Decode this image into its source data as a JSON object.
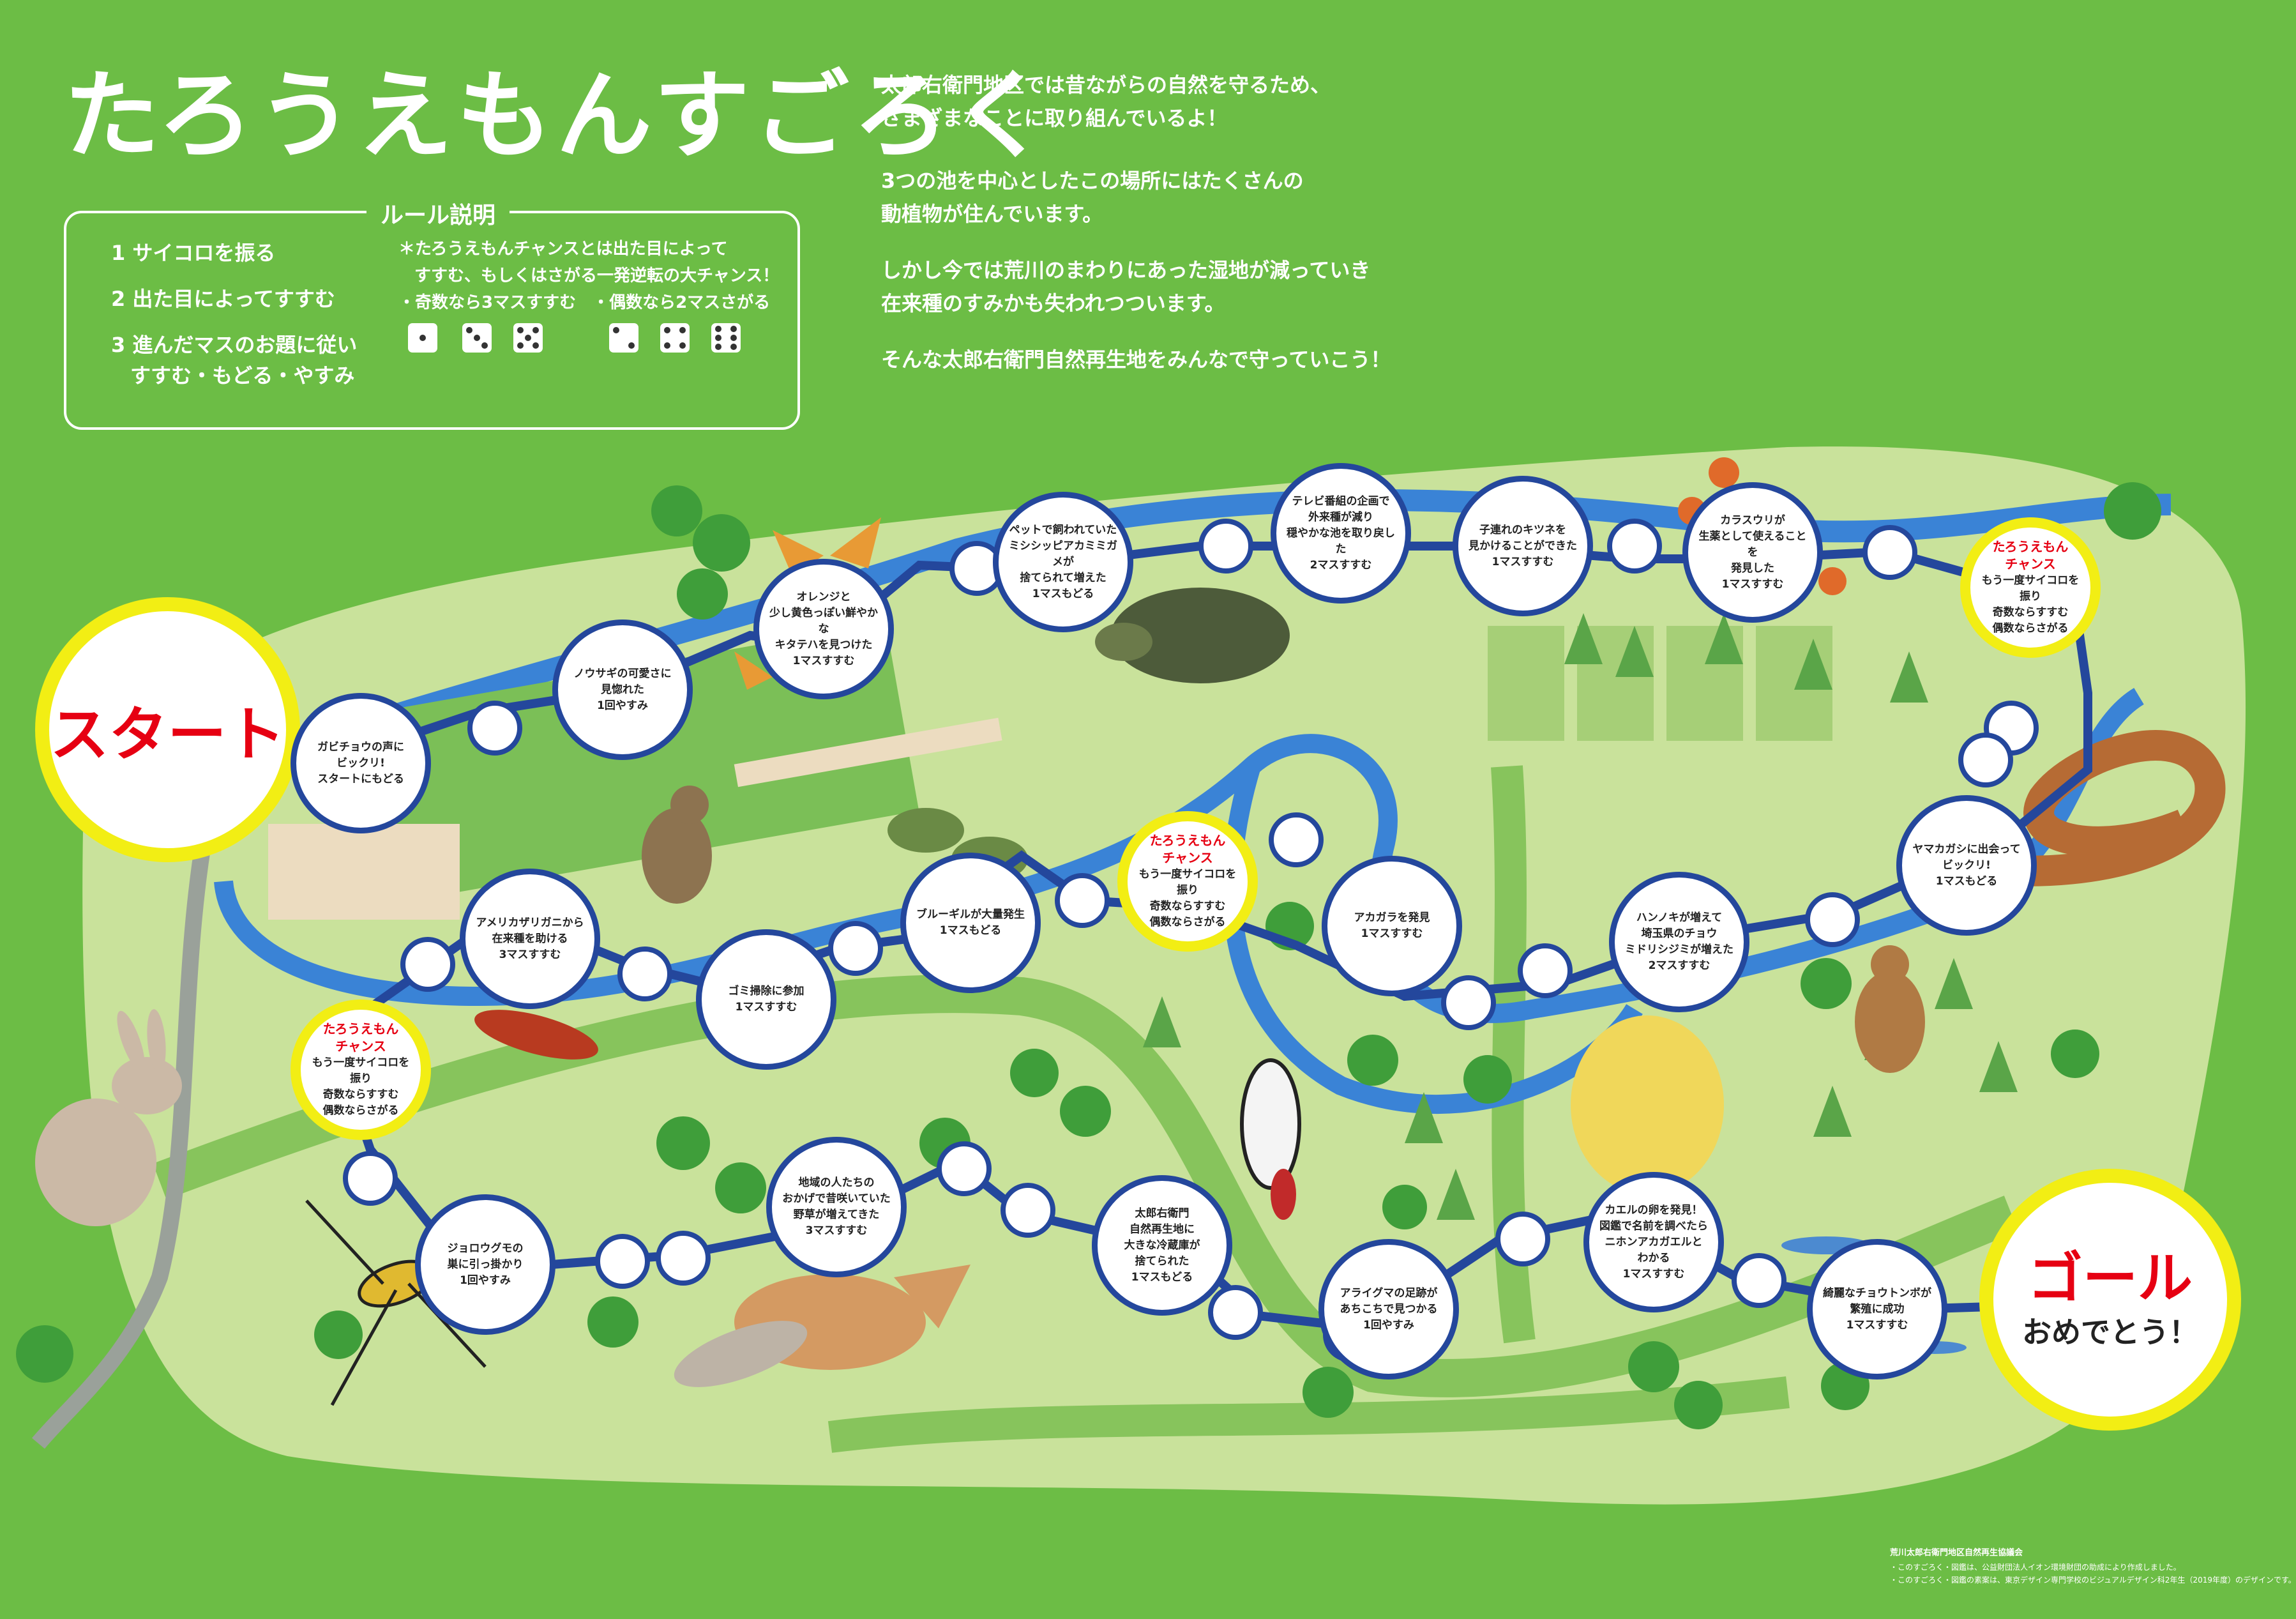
{
  "title": "たろうえもんすごろく",
  "rules": {
    "heading": "ルール説明",
    "steps": [
      "1 サイコロを振る",
      "2 出た目によってすすむ",
      "3 進んだマスのお題に従い",
      "すすむ・もどる・やすみ"
    ],
    "notes": [
      "＊たろうえもんチャンスとは出た目によって",
      "すすむ、もしくはさがる一発逆転の大チャンス！",
      "・奇数なら3マスすすむ　・偶数なら2マスさがる"
    ]
  },
  "intro": [
    "太郎右衛門地区では昔ながらの自然を守るため、",
    "さまざまなことに取り組んでいるよ！",
    "3つの池を中心としたこの場所にはたくさんの",
    "動植物が住んでいます。",
    "しかし今では荒川のまわりにあった湿地が減っていき",
    "在来種のすみかも失われつついます。",
    "そんな太郎右衛門自然再生地をみんなで守っていこう！"
  ],
  "start": "スタート",
  "goal": {
    "label": "ゴール",
    "sub": "おめでとう！"
  },
  "squares": {
    "s1": "ガビチョウの声に\nビックリ!\nスタートにもどる",
    "s2": "ノウサギの可愛さに\n見惚れた\n1回やすみ",
    "s3": "オレンジと\n少し黄色っぽい鮮やかな\nキタテハを見つけた\n1マスすすむ",
    "s4": "ペットで飼われていた\nミシシッピアカミミガメが\n捨てられて増えた\n1マスもどる",
    "s5": "テレビ番組の企画で\n外来種が減り\n穏やかな池を取り戻した\n2マスすすむ",
    "s6": "子連れのキツネを\n見かけることができた\n1マスすすむ",
    "s7": "カラスウリが\n生薬として使えることを\n発見した\n1マスすすむ",
    "s8": "ヤマカガシに出会って\nビックリ!\n1マスもどる",
    "s9": "ハンノキが増えて\n埼玉県のチョウ\nミドリシジミが増えた\n2マスすすむ",
    "s10": "アカガラを発見\n1マスすすむ",
    "s11": "ブルーギルが大量発生\n1マスもどる",
    "s12": "ゴミ掃除に参加\n1マスすすむ",
    "s13": "アメリカザリガニから\n在来種を助ける\n3マスすすむ",
    "s14": "ジョロウグモの\n巣に引っ掛かり\n1回やすみ",
    "s15": "地域の人たちの\nおかげで昔咲いていた\n野草が増えてきた\n3マスすすむ",
    "s16": "太郎右衛門\n自然再生地に\n大きな冷蔵庫が\n捨てられた\n1マスもどる",
    "s17": "アライグマの足跡が\nあちこちで見つかる\n1回やすみ",
    "s18": "カエルの卵を発見！\n図鑑で名前を調べたら\nニホンアカガエルと\nわかる\n1マスすすむ",
    "s19": "綺麗なチョウトンボが\n繁殖に成功\n1マスすすむ"
  },
  "chance": {
    "label": "たろうえもん\nチャンス",
    "text": "もう一度サイコロを振り\n奇数ならすすむ\n偶数ならさがる"
  },
  "credits": {
    "org": "荒川太郎右衛門地区自然再生協議会",
    "line1": "・このすごろく・図鑑は、公益財団法人イオン環境財団の助成により作成しました。",
    "line2": "・このすごろく・図鑑の素案は、東京デザイン専門学校のビジュアルデザイン科2年生（2019年度）のデザインです。"
  },
  "colors": {
    "background": "#6cbd45",
    "field": "#c9e29b",
    "water": "#3a83d6",
    "path": "#24479c",
    "chance": "#f2ee14",
    "accent": "#e60012"
  }
}
